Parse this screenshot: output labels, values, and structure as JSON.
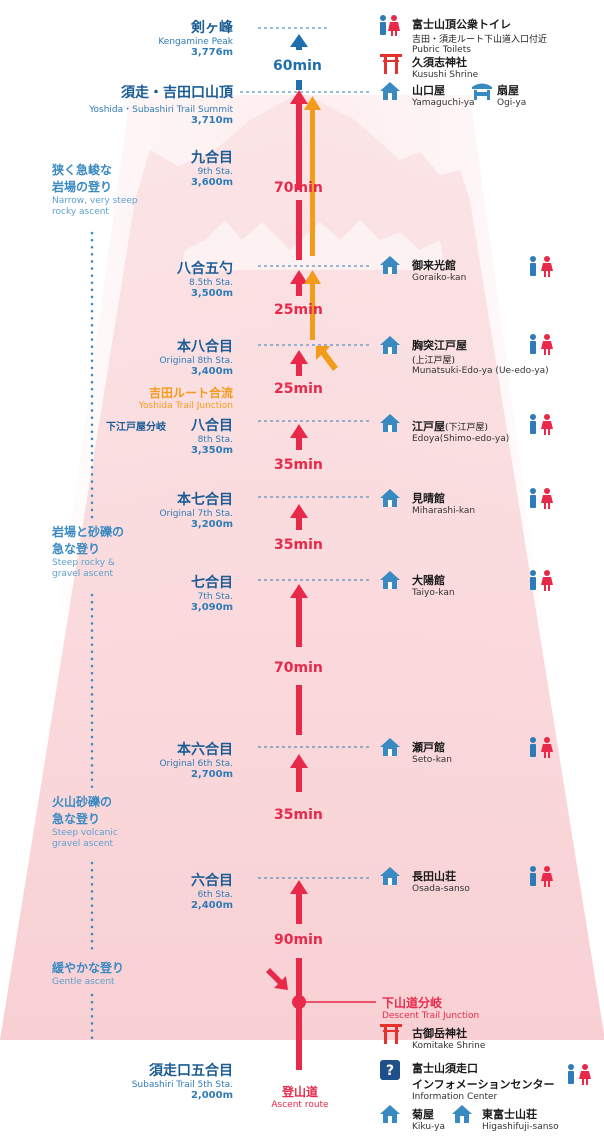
{
  "colors": {
    "route_red": "#e8294a",
    "yoshida_orange": "#f39b1b",
    "summit_blue": "#1f6fae",
    "station_navy": "#1b5c95",
    "label_blue": "#2f7bb7",
    "icon_blue": "#3a8ac2",
    "shrine_red": "#e4332c",
    "mountain_pink": "#f9d7d9"
  },
  "stations": [
    {
      "ja": "剣ヶ峰",
      "en": "Kengamine Peak",
      "alt": "3,776m"
    },
    {
      "ja": "須走・吉田口山頂",
      "en": "Yoshida・Subashiri Trail Summit",
      "alt": "3,710m"
    },
    {
      "ja": "九合目",
      "en": "9th Sta.",
      "alt": "3,600m"
    },
    {
      "ja": "八合五勺",
      "en": "8.5th Sta.",
      "alt": "3,500m"
    },
    {
      "ja": "本八合目",
      "en": "Original 8th Sta.",
      "alt": "3,400m"
    },
    {
      "ja": "八合目",
      "en": "8th Sta.",
      "alt": "3,350m"
    },
    {
      "ja": "本七合目",
      "en": "Original 7th Sta.",
      "alt": "3,200m"
    },
    {
      "ja": "七合目",
      "en": "7th Sta.",
      "alt": "3,090m"
    },
    {
      "ja": "本六合目",
      "en": "Original 6th Sta.",
      "alt": "2,700m"
    },
    {
      "ja": "六合目",
      "en": "6th Sta.",
      "alt": "2,400m"
    },
    {
      "ja": "須走口五合目",
      "en": "Subashiri Trail 5th Sta.",
      "alt": "2,000m"
    }
  ],
  "shimoedoya_fork": "下江戸屋分岐",
  "yoshida_junction": {
    "ja": "吉田ルート合流",
    "en": "Yoshida Trail Junction"
  },
  "descent_junction": {
    "ja": "下山道分岐",
    "en": "Descent Trail Junction"
  },
  "ascent_route": {
    "ja": "登山道",
    "en": "Ascent route"
  },
  "durations": [
    "60min",
    "70min",
    "25min",
    "25min",
    "35min",
    "35min",
    "70min",
    "35min",
    "90min"
  ],
  "terrain": [
    {
      "ja1": "狭く急峻な",
      "ja2": "岩場の登り",
      "en1": "Narrow, very steep",
      "en2": "rocky ascent"
    },
    {
      "ja1": "岩場と砂礫の",
      "ja2": "急な登り",
      "en1": "Steep rocky &",
      "en2": "gravel ascent"
    },
    {
      "ja1": "火山砂礫の",
      "ja2": "急な登り",
      "en1": "Steep volcanic",
      "en2": "gravel ascent"
    },
    {
      "ja1": "緩やかな登り",
      "ja2": "",
      "en1": "Gentle ascent",
      "en2": ""
    }
  ],
  "facilities": {
    "toilet_top": {
      "ja": "富士山頂公衆トイレ",
      "ja2": "吉田・須走ルート下山道入口付近",
      "en": "Pubric Toilets"
    },
    "kusushi": {
      "ja": "久須志神社",
      "en": "Kusushi Shrine"
    },
    "yamaguchiya": {
      "ja": "山口屋",
      "en": "Yamaguchi-ya"
    },
    "ogiya": {
      "ja": "扇屋",
      "en": "Ogi-ya"
    },
    "goraikokan": {
      "ja": "御来光館",
      "en": "Goraiko-kan"
    },
    "munatsuki": {
      "ja": "胸突江戸屋",
      "ja2": "(上江戸屋)",
      "en": "Munatsuki-Edo-ya (Ue-edo-ya)"
    },
    "edoya": {
      "ja": "江戸屋",
      "ja_small": "(下江戸屋)",
      "en": "Edoya(Shimo-edo-ya)"
    },
    "miharashi": {
      "ja": "見晴館",
      "en": "Miharashi-kan"
    },
    "taiyo": {
      "ja": "大陽館",
      "en": "Taiyo-kan"
    },
    "seto": {
      "ja": "瀬戸館",
      "en": "Seto-kan"
    },
    "osada": {
      "ja": "長田山荘",
      "en": "Osada-sanso"
    },
    "komitake": {
      "ja": "古御岳神社",
      "en": "Komitake Shrine"
    },
    "info": {
      "ja": "富士山須走口",
      "ja2": "インフォメーションセンター",
      "en": "Information Center"
    },
    "kikuya": {
      "ja": "菊屋",
      "en": "Kiku-ya"
    },
    "higashi": {
      "ja": "東富士山荘",
      "en": "Higashifuji-sanso"
    }
  }
}
